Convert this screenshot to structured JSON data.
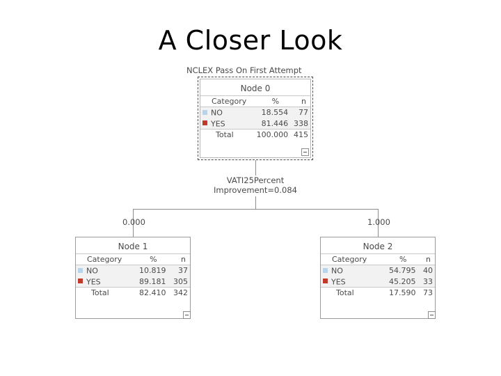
{
  "slide": {
    "title": "A Closer Look"
  },
  "tree": {
    "caption": "NCLEX Pass On First Attempt",
    "split": {
      "variable": "VATI25Percent",
      "improvement_line": "Improvement=0.084",
      "left_branch_label": "0.000",
      "right_branch_label": "1.000"
    },
    "columns": {
      "category": "Category",
      "percent": "%",
      "n": "n"
    },
    "total_label": "Total",
    "colors": {
      "no_swatch": "#b8d4ea",
      "yes_swatch": "#c0392b"
    },
    "nodes": [
      {
        "name": "Node 0",
        "rows": [
          {
            "category": "NO",
            "swatch": "blue",
            "percent": "18.554",
            "n": "77"
          },
          {
            "category": "YES",
            "swatch": "red",
            "percent": "81.446",
            "n": "338"
          }
        ],
        "total": {
          "label": "Total",
          "percent": "100.000",
          "n": "415"
        }
      },
      {
        "name": "Node 1",
        "rows": [
          {
            "category": "NO",
            "swatch": "blue",
            "percent": "10.819",
            "n": "37"
          },
          {
            "category": "YES",
            "swatch": "red",
            "percent": "89.181",
            "n": "305"
          }
        ],
        "total": {
          "label": "Total",
          "percent": "82.410",
          "n": "342"
        }
      },
      {
        "name": "Node 2",
        "rows": [
          {
            "category": "NO",
            "swatch": "blue",
            "percent": "54.795",
            "n": "40"
          },
          {
            "category": "YES",
            "swatch": "red",
            "percent": "45.205",
            "n": "33"
          }
        ],
        "total": {
          "label": "Total",
          "percent": "17.590",
          "n": "73"
        }
      }
    ]
  }
}
